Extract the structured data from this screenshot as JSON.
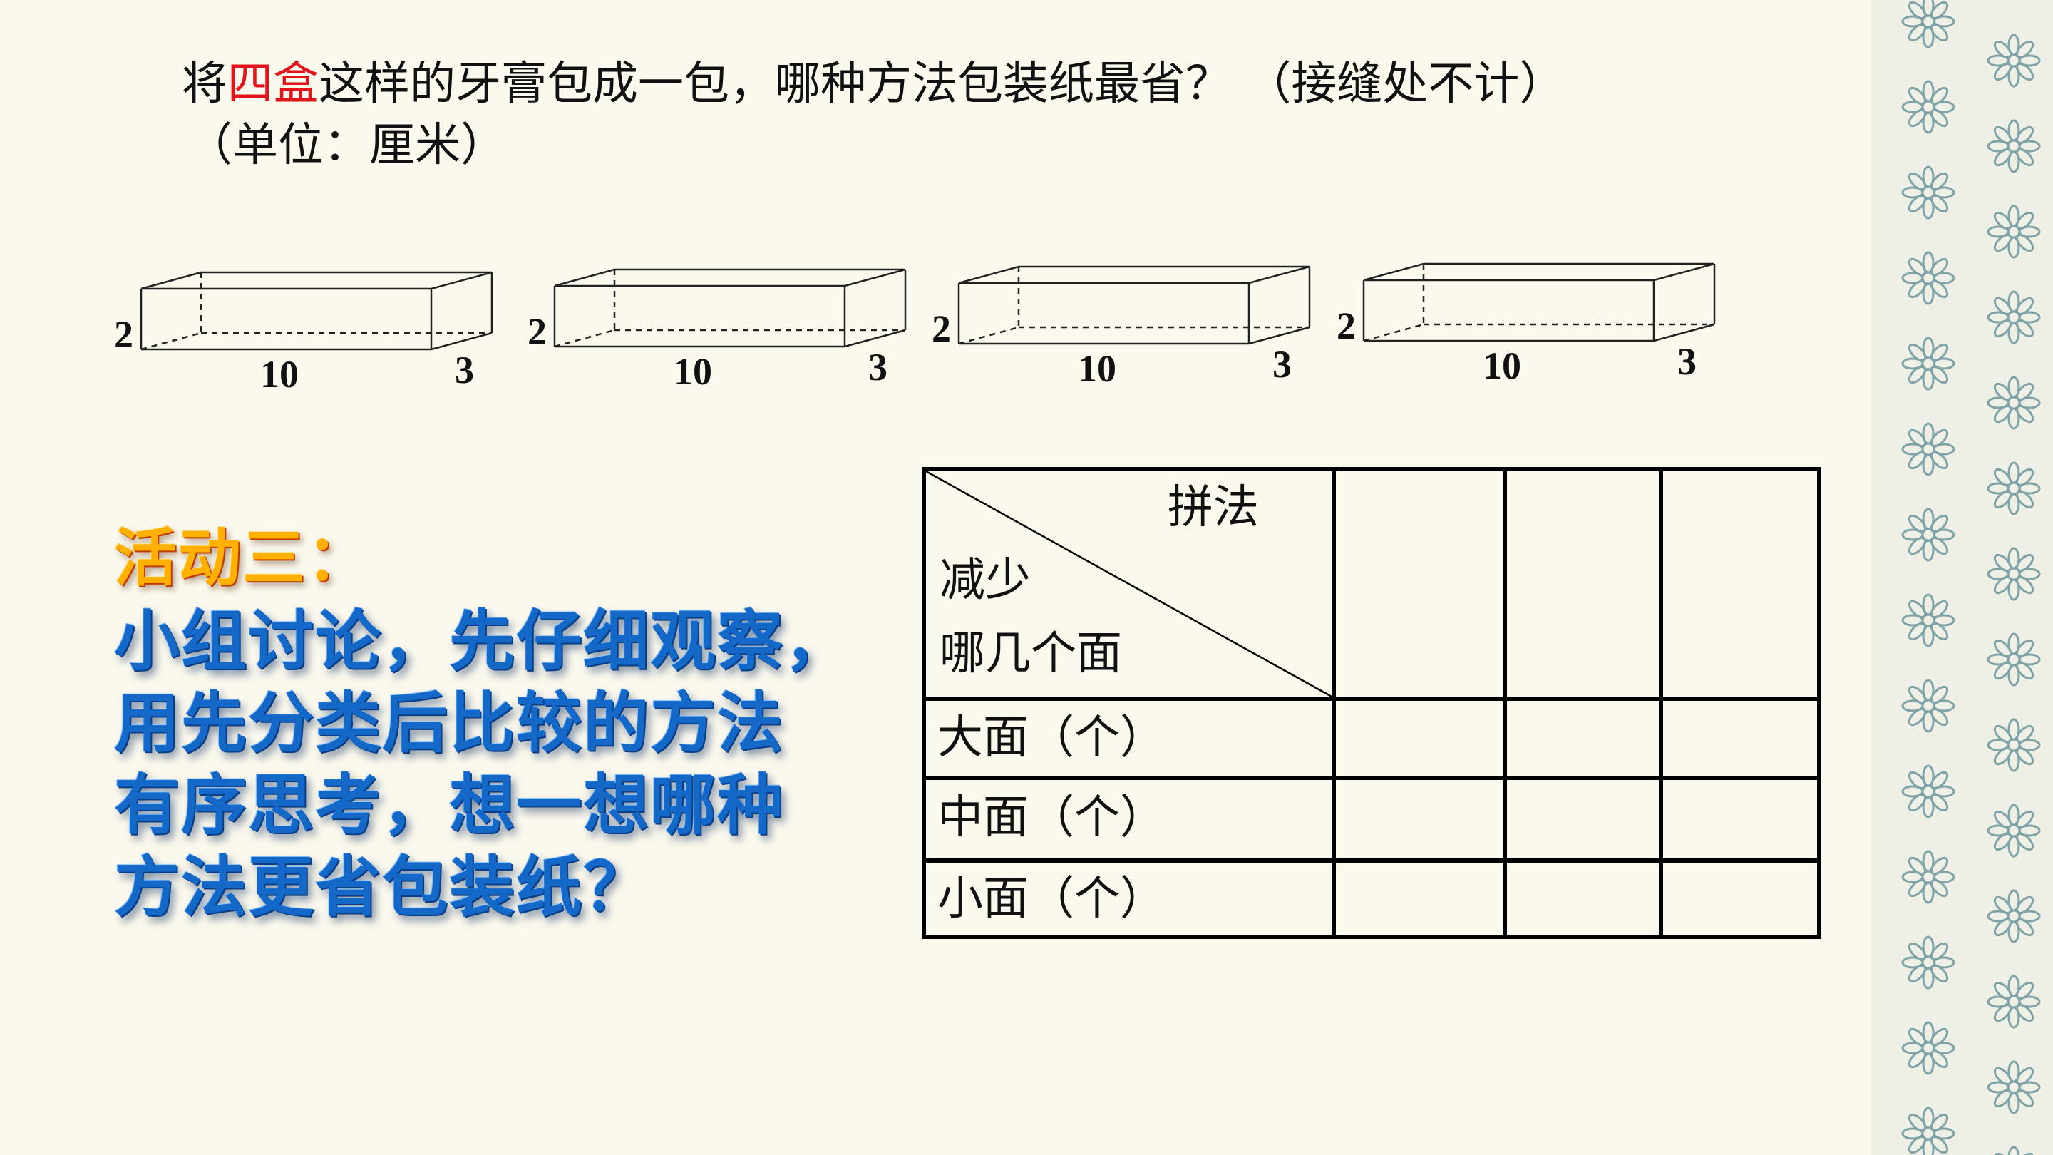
{
  "question": {
    "line1_prefix": "将",
    "line1_highlight": "四盒",
    "line1_suffix": "这样的牙膏包成一包，哪种方法包装纸最省？ （接缝处不计）",
    "line2": "（单位：厘米）",
    "highlight_color": "#e0141a"
  },
  "boxes": [
    {
      "height_label": "2",
      "length_label": "10",
      "width_label": "3"
    },
    {
      "height_label": "2",
      "length_label": "10",
      "width_label": "3"
    },
    {
      "height_label": "2",
      "length_label": "10",
      "width_label": "3"
    },
    {
      "height_label": "2",
      "length_label": "10",
      "width_label": "3"
    }
  ],
  "activity": {
    "title": "活动三：",
    "lines": [
      "小组讨论，先仔细观察，",
      "用先分类后比较的方法",
      "有序思考，想一想哪种",
      "方法更省包装纸？"
    ],
    "title_color": "#ffb000",
    "text_color": "#1468c8"
  },
  "table": {
    "header_top_right": "拼法",
    "header_bottom_left_1": "减少",
    "header_bottom_left_2": "哪几个面",
    "row_labels": [
      "大面（个）",
      "中面（个）",
      "小面（个）"
    ],
    "columns": 3,
    "cells": [
      [
        "",
        "",
        ""
      ],
      [
        "",
        "",
        ""
      ],
      [
        "",
        "",
        ""
      ]
    ]
  },
  "colors": {
    "background": "#fbf9ee",
    "border_pattern": "#7fa3a6"
  }
}
